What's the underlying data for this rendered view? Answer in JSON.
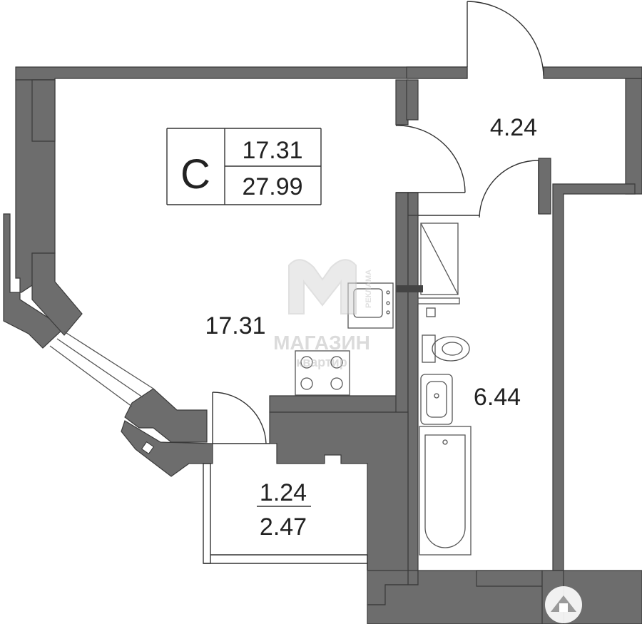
{
  "legend": {
    "type_letter": "С",
    "living_area": "17.31",
    "total_area": "27.99"
  },
  "rooms": {
    "main_room_area": "17.31",
    "hallway_area": "4.24",
    "bathroom_area": "6.44",
    "balcony_area": "1.24",
    "balcony_area_total": "2.47"
  },
  "watermark": {
    "brand": "МАГАЗИН",
    "sub": "квартир",
    "side": "РЕКЛАМА"
  },
  "colors": {
    "wall": "#6d6d6d",
    "wall_outline": "#3a3a3a",
    "text": "#222222",
    "watermark": "#c8c8c8"
  }
}
